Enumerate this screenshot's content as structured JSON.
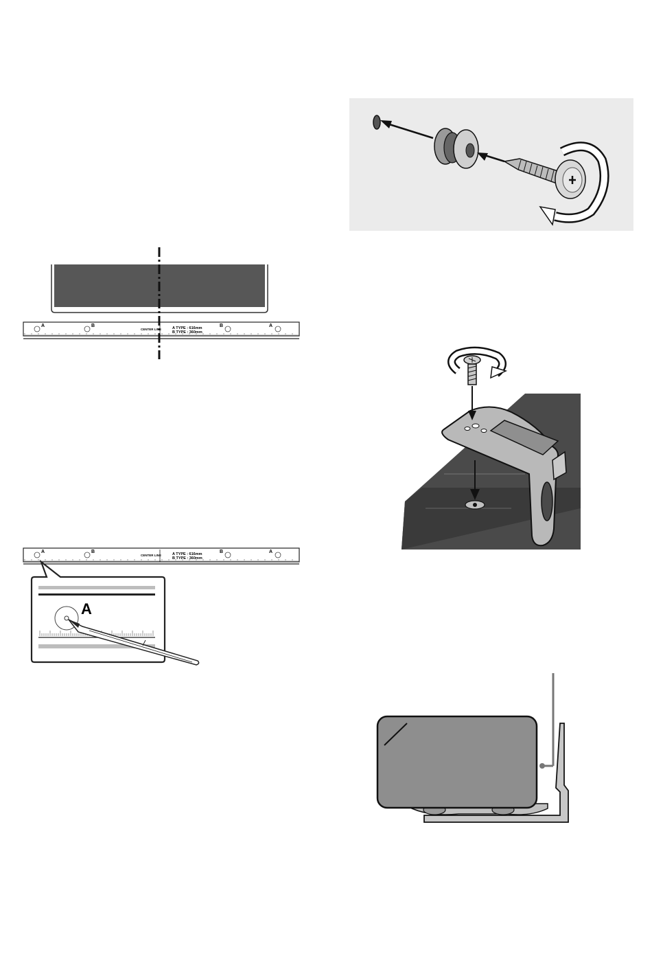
{
  "template": {
    "markers": {
      "a": "A",
      "b": "B"
    },
    "center_line_label": "CENTER LINE",
    "type_a_label": "A TYPE : 616mm",
    "type_b_label": "B TYPE : 360mm"
  },
  "callout": {
    "marker_label": "A"
  },
  "icons": [
    "screw-anchor-icon",
    "rotate-arrow-icon",
    "bracket-screw-icon",
    "marker-pen-icon",
    "soundbar-icon",
    "wall-bracket-icon"
  ],
  "colors": {
    "tv_panel": "#575757",
    "bracket_steel": "#b9b9b9",
    "panel_background": "#ebebeb",
    "soundbar_body": "#8e8e8e",
    "dark_surface": "#4a4a4a"
  }
}
